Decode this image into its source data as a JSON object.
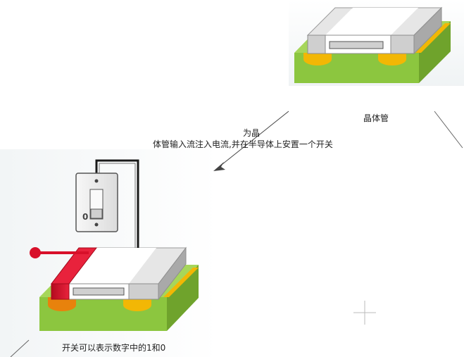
{
  "labels": {
    "transistor": "晶体管",
    "caption_line1": "为晶",
    "caption_line2": "体管输入流注入电流,并在半导体上安置一个开关",
    "bottom_caption": "开关可以表示数字中的1和0",
    "switch_state": "0"
  },
  "colors": {
    "background": "#ffffff",
    "substrate_green": "#8cc63f",
    "substrate_green_dark": "#6fa32c",
    "electrode_gray": "#c8c8c8",
    "contact_yellow": "#f2b705",
    "contact_orange": "#e8820c",
    "input_red": "#d8102a",
    "wire_black": "#1a1a1a"
  },
  "icons": [
    "transistor-top",
    "transistor-bottom",
    "light-switch",
    "input-probe",
    "arrow",
    "crosshair"
  ]
}
